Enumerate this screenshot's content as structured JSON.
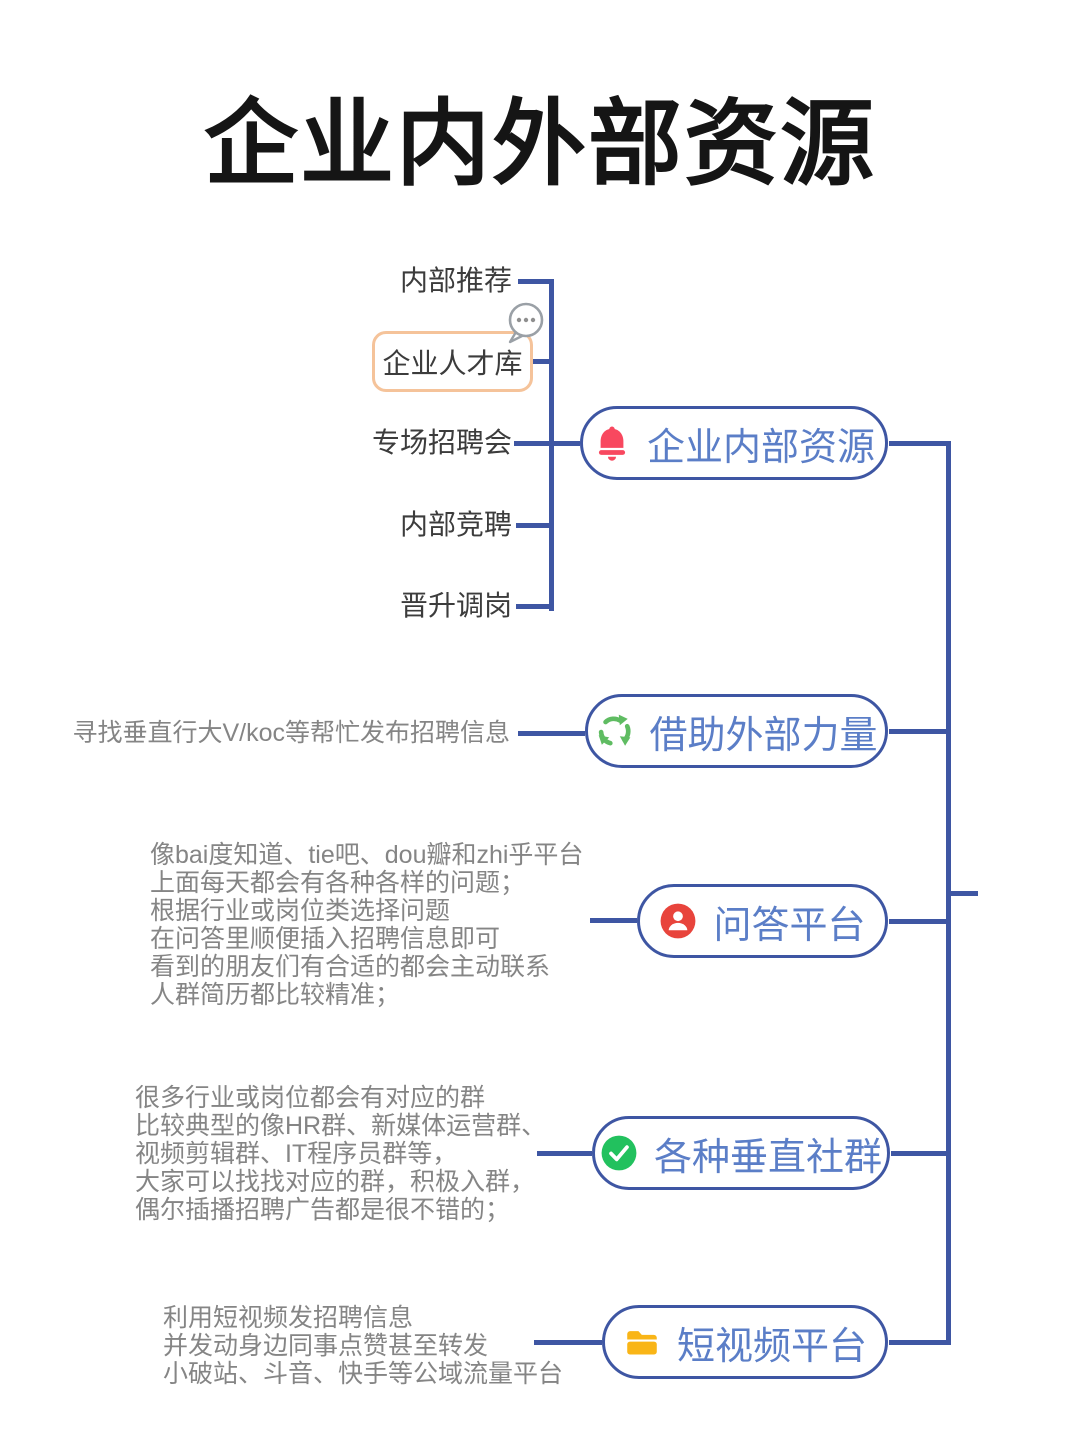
{
  "title": "企业内外部资源",
  "colors": {
    "connector_line": "#3e56a3",
    "node_text": "#5b7ec7",
    "child_text": "#3c3c3c",
    "note_text": "#858585",
    "highlight_border": "#f5c39a",
    "bell_icon": "#f8485f",
    "recycle_icon": "#5fbc62",
    "person_icon": "#e8443c",
    "check_icon": "#22c15e",
    "folder_icon": "#f9b517",
    "bubble_icon": "#9aa0a6"
  },
  "branches": [
    {
      "label": "企业内部资源",
      "icon": "bell-icon",
      "children": [
        "内部推荐",
        "企业人才库",
        "专场招聘会",
        "内部竞聘",
        "晋升调岗"
      ],
      "highlighted_child": "企业人才库",
      "comment_icon": "ellipsis-bubble-icon"
    },
    {
      "label": "借助外部力量",
      "icon": "recycle-icon",
      "note": "寻找垂直行大V/koc等帮忙发布招聘信息"
    },
    {
      "label": "问答平台",
      "icon": "person-icon",
      "note_lines": [
        "像bai度知道、tie吧、dou瓣和zhi乎平台",
        "上面每天都会有各种各样的问题；",
        "根据行业或岗位类选择问题",
        "在问答里顺便插入招聘信息即可",
        "看到的朋友们有合适的都会主动联系",
        "人群简历都比较精准；"
      ]
    },
    {
      "label": "各种垂直社群",
      "icon": "check-icon",
      "note_lines": [
        "很多行业或岗位都会有对应的群",
        "比较典型的像HR群、新媒体运营群、",
        "视频剪辑群、IT程序员群等，",
        "大家可以找找对应的群，积极入群，",
        "偶尔插播招聘广告都是很不错的；"
      ]
    },
    {
      "label": "短视频平台",
      "icon": "folder-icon",
      "note_lines": [
        "利用短视频发招聘信息",
        "并发动身边同事点赞甚至转发",
        "小破站、斗音、快手等公域流量平台"
      ]
    }
  ]
}
